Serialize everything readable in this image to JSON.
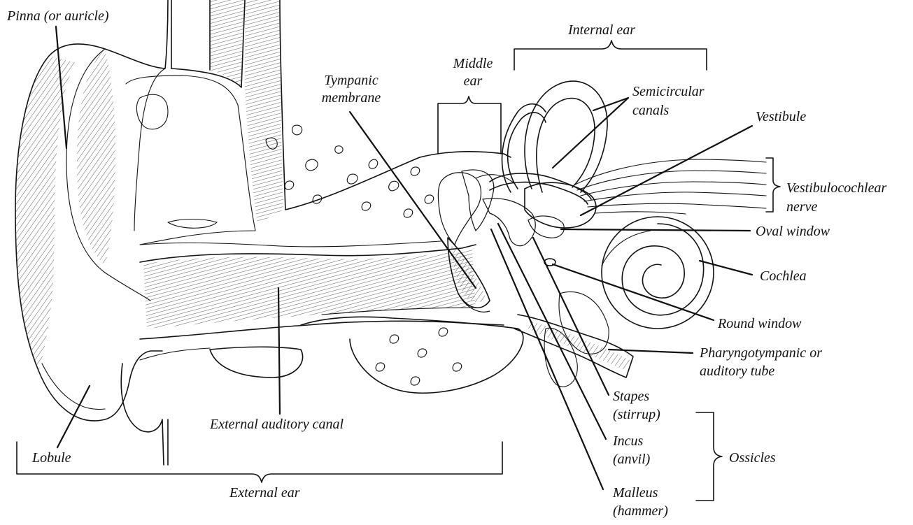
{
  "diagram": {
    "labels": {
      "pinna": "Pinna (or auricle)",
      "internal_ear": "Internal ear",
      "middle_ear_1": "Middle",
      "middle_ear_2": "ear",
      "tympanic_1": "Tympanic",
      "tympanic_2": "membrane",
      "semicircular_1": "Semicircular",
      "semicircular_2": "canals",
      "vestibule": "Vestibule",
      "vestibulocochlear_1": "Vestibulocochlear",
      "vestibulocochlear_2": "nerve",
      "oval_window": "Oval window",
      "cochlea": "Cochlea",
      "round_window": "Round window",
      "pharyngotympanic_1": "Pharyngotympanic or",
      "pharyngotympanic_2": "auditory tube",
      "stapes_1": "Stapes",
      "stapes_2": "(stirrup)",
      "incus_1": "Incus",
      "incus_2": "(anvil)",
      "malleus_1": "Malleus",
      "malleus_2": "(hammer)",
      "ossicles": "Ossicles",
      "external_canal": "External auditory canal",
      "lobule": "Lobule",
      "external_ear": "External ear"
    }
  }
}
